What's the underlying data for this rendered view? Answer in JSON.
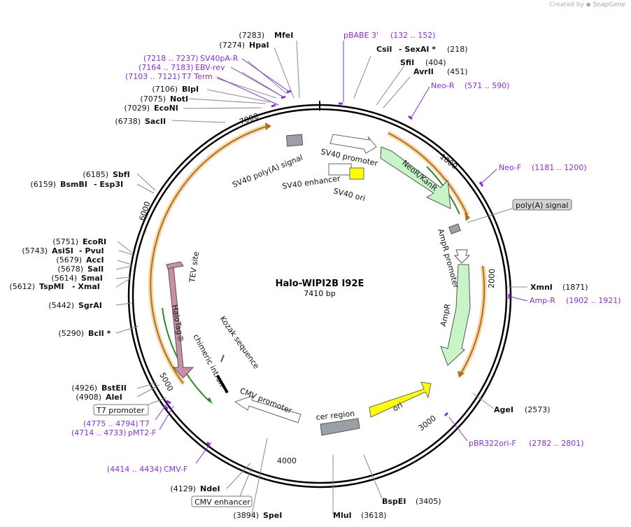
{
  "header": {
    "credit": "Created by",
    "brand": "SnapGene"
  },
  "plasmid": {
    "name": "Halo-WIPI2B I92E",
    "length": "7410 bp"
  },
  "ticks": [
    "1000",
    "2000",
    "3000",
    "4000",
    "5000",
    "6000",
    "7000"
  ],
  "sites": [
    {
      "pos": "(7283)",
      "name": "MfeI"
    },
    {
      "pos": "(7274)",
      "name": "HpaI"
    },
    {
      "pos": "(7106)",
      "name": "BlpI"
    },
    {
      "pos": "(7075)",
      "name": "NotI"
    },
    {
      "pos": "(7029)",
      "name": "EcoNI"
    },
    {
      "pos": "(6738)",
      "name": "SacII"
    },
    {
      "pos": "(6185)",
      "name": "SbfI"
    },
    {
      "pos": "(6159)",
      "name": "BsmBI",
      "extra": "- Esp3I"
    },
    {
      "pos": "(5751)",
      "name": "EcoRI"
    },
    {
      "pos": "(5743)",
      "name": "AsiSI",
      "extra": "- PvuI"
    },
    {
      "pos": "(5679)",
      "name": "AccI"
    },
    {
      "pos": "(5678)",
      "name": "SalI"
    },
    {
      "pos": "(5614)",
      "name": "SmaI"
    },
    {
      "pos": "(5612)",
      "name": "TspMI",
      "extra": "- XmaI"
    },
    {
      "pos": "(5442)",
      "name": "SgrAI"
    },
    {
      "pos": "(5290)",
      "name": "BclI *"
    },
    {
      "pos": "(4926)",
      "name": "BstEII"
    },
    {
      "pos": "(4908)",
      "name": "AleI"
    },
    {
      "pos": "(4129)",
      "name": "NdeI"
    },
    {
      "pos": "(3894)",
      "name": "SpeI"
    },
    {
      "pos": "(3618)",
      "name": "MluI"
    },
    {
      "pos": "(3405)",
      "name": "BspEI"
    },
    {
      "pos": "(2573)",
      "name": "AgeI"
    },
    {
      "pos": "(1871)",
      "name": "XmnI"
    },
    {
      "pos": "(451)",
      "name": "AvrII"
    },
    {
      "pos": "(404)",
      "name": "SfiI"
    },
    {
      "pos": "(218)",
      "name": "CsiI",
      "extra": "- SexAI *"
    }
  ],
  "primers": [
    {
      "name": "pBABE 3'",
      "range": "(132 .. 152)"
    },
    {
      "name": "Neo-R",
      "range": "(571 .. 590)"
    },
    {
      "name": "Neo-F",
      "range": "(1181 .. 1200)"
    },
    {
      "name": "Amp-R",
      "range": "(1902 .. 1921)"
    },
    {
      "name": "pBR322ori-F",
      "range": "(2782 .. 2801)"
    },
    {
      "name": "CMV-F",
      "range": "(4414 .. 4434)"
    },
    {
      "name": "pMT2-F",
      "range": "(4714 .. 4733)"
    },
    {
      "name": "T7",
      "range": "(4775 .. 4794)"
    },
    {
      "name": "T7 Term",
      "range": "(7103 .. 7121)"
    },
    {
      "name": "EBV-rev",
      "range": "(7164 .. 7183)"
    },
    {
      "name": "SV40pA-R",
      "range": "(7218 .. 7237)"
    }
  ],
  "boxed_features": [
    "poly(A) signal",
    "T7 promoter",
    "CMV enhancer"
  ],
  "features": [
    "SV40 promoter",
    "NeoR/KanR",
    "AmpR promoter",
    "AmpR",
    "ori",
    "cer region",
    "CMV promoter",
    "Kozak sequence",
    "chimeric intron",
    "HaloTag®",
    "TEV site",
    "SV40 poly(A) signal",
    "SV40 enhancer",
    "SV40 ori"
  ],
  "colors": {
    "neo": "#c8f5c8",
    "ori": "#ffff00",
    "halo": "#c98fa8",
    "gray": "#9aa0a6",
    "primer": "#8a2be2",
    "orf": "#f0a030"
  }
}
